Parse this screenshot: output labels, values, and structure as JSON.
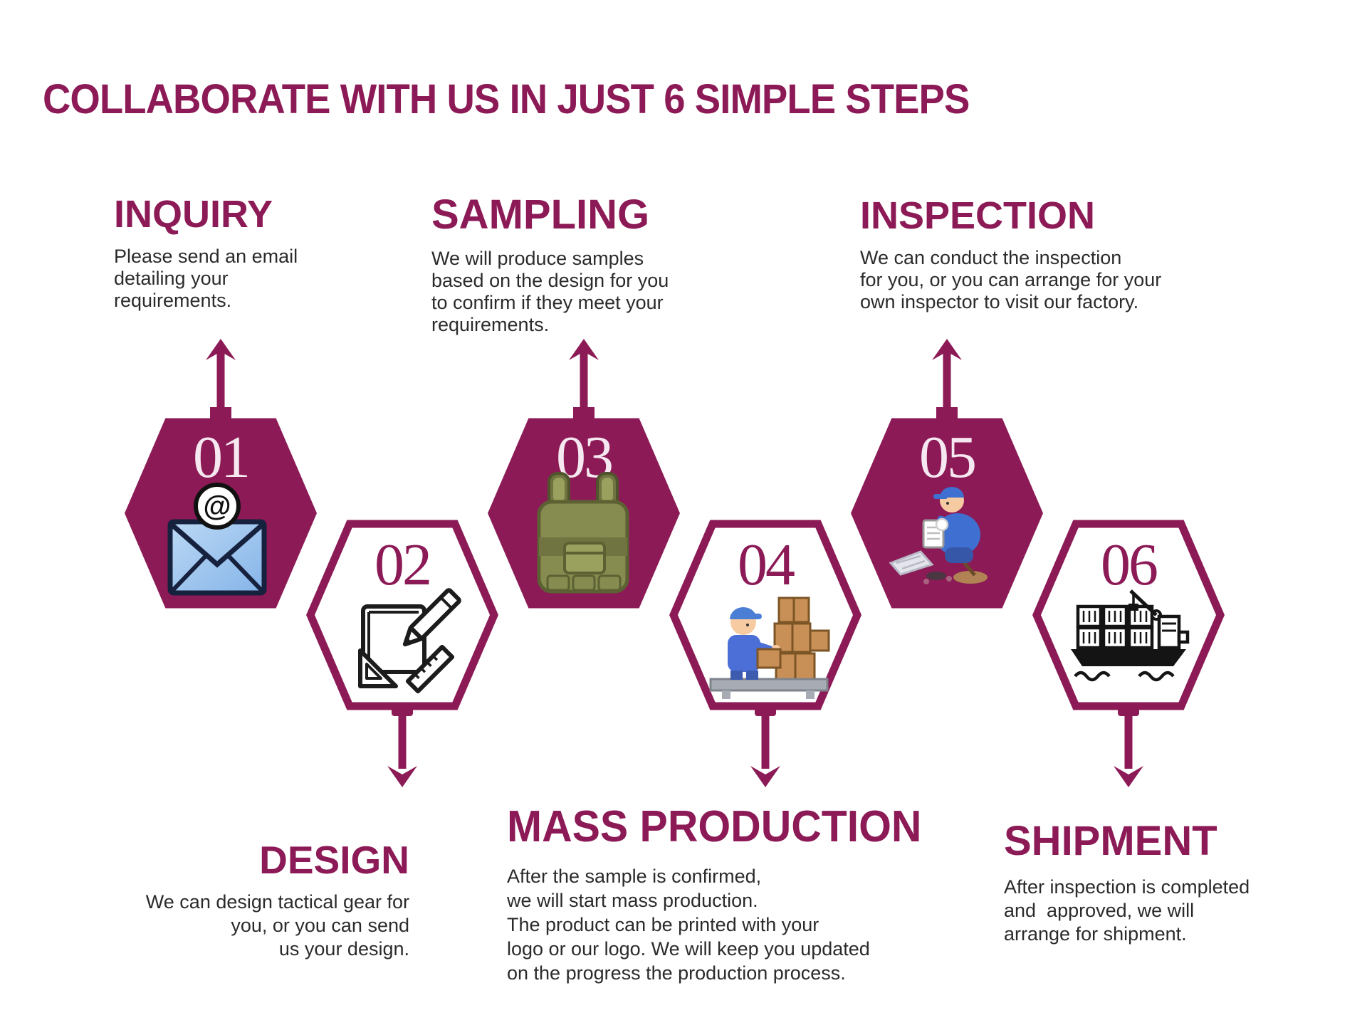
{
  "title": "COLLABORATE WITH US IN JUST 6 SIMPLE STEPS",
  "colors": {
    "accent_maroon": "#8C1A56",
    "number_on_filled_hex": "#F6E8F0",
    "number_on_outlined_hex": "#8C1A56",
    "body_text": "#2B2B2B",
    "background": "#FFFFFF"
  },
  "steps": [
    {
      "number": "01",
      "title": "INQUIRY",
      "description": "Please send an email\ndetailing your\nrequirements.",
      "icon": "email-icon",
      "hex_style": "filled"
    },
    {
      "number": "02",
      "title": "DESIGN",
      "description": "We can design tactical gear for\nyou, or you can send\nus your design.",
      "icon": "design-sketch-icon",
      "hex_style": "outlined"
    },
    {
      "number": "03",
      "title": "SAMPLING",
      "description": "We will produce samples\nbased on the design for you\nto confirm if they meet your\nrequirements.",
      "icon": "tactical-vest-icon",
      "hex_style": "filled"
    },
    {
      "number": "04",
      "title": "MASS PRODUCTION",
      "description": "After the sample is confirmed,\nwe will start mass production.\nThe product can be printed with your\nlogo or our logo. We will keep you updated\non the progress the production process.",
      "icon": "worker-packing-icon",
      "hex_style": "outlined"
    },
    {
      "number": "05",
      "title": "INSPECTION",
      "description": "We can conduct the inspection\nfor you, or you can arrange for your\nown inspector to visit our factory.",
      "icon": "inspector-icon",
      "hex_style": "filled"
    },
    {
      "number": "06",
      "title": "SHIPMENT",
      "description": "After inspection is completed\nand  approved, we will\narrange for shipment.",
      "icon": "cargo-ship-icon",
      "hex_style": "outlined"
    }
  ]
}
